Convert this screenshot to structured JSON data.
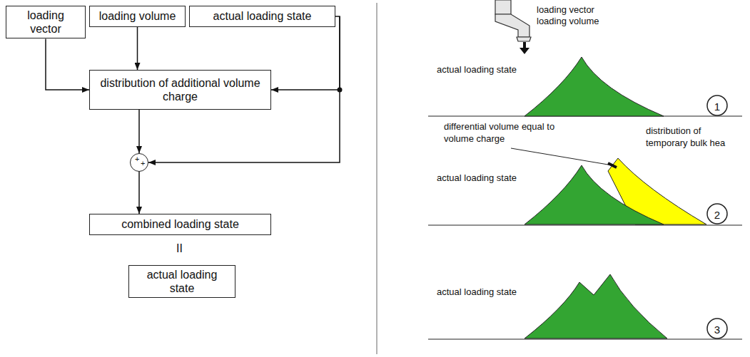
{
  "diagram": {
    "nodes": [
      {
        "text": [
          "loading vector"
        ]
      },
      {
        "text": [
          "loading volume"
        ]
      },
      {
        "text": [
          "actual loading state"
        ]
      },
      {
        "text": [
          "distribution of additional volume charge"
        ]
      },
      {
        "text": [
          "+",
          "+"
        ]
      },
      {
        "text": [
          "combined loading state"
        ]
      },
      {
        "text": [
          "actual loading state"
        ]
      }
    ],
    "edges": [
      {
        "from": 0,
        "to": 3,
        "arrow": "to"
      },
      {
        "from": 1,
        "to": 3,
        "arrow": "to"
      },
      {
        "from": 2,
        "to": 3,
        "arrow": "to"
      },
      {
        "from": 2,
        "to": 4,
        "arrow": "to"
      },
      {
        "from": 3,
        "to": 4,
        "arrow": "to"
      },
      {
        "from": 4,
        "to": 5,
        "arrow": "to"
      }
    ],
    "labels": [
      "II",
      "loading vector",
      "loading volume",
      "actual loading state",
      "1",
      "differential volume equal to volume charge",
      "distribution of temporary bulk hea",
      "actual loading state",
      "2",
      "actual loading state",
      "3"
    ]
  }
}
